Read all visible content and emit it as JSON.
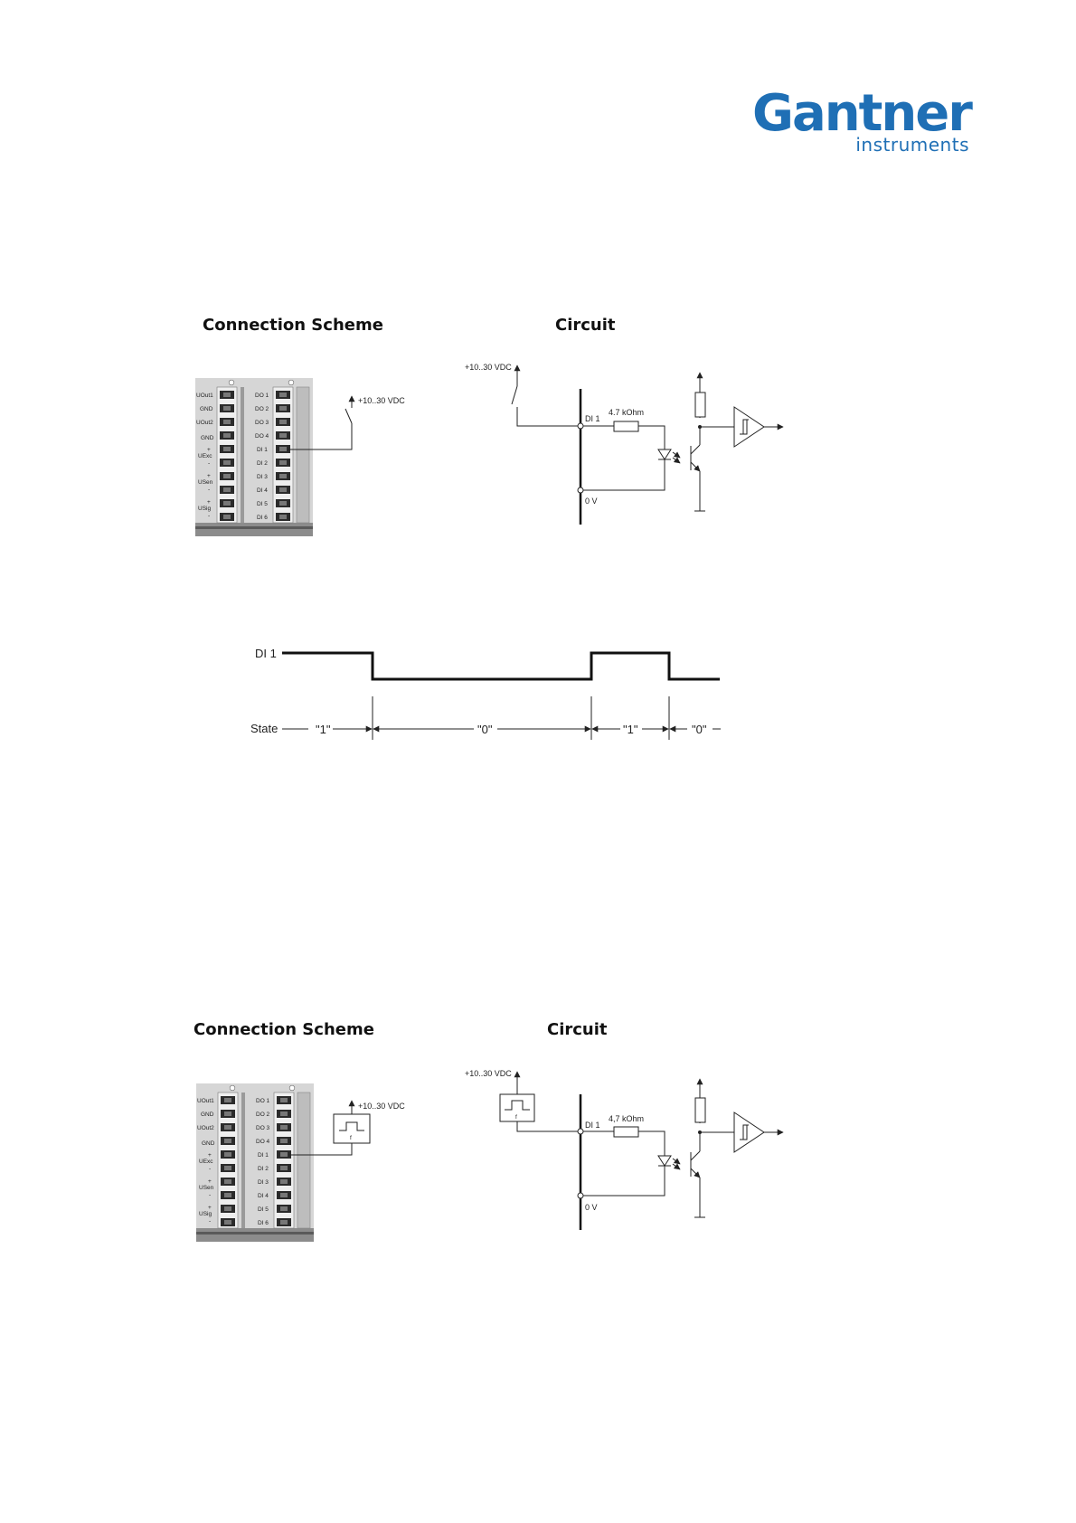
{
  "brand": {
    "name": "Gantner",
    "sub": "instruments",
    "color": "#1f6fb5"
  },
  "section1": {
    "connection_title": "Connection Scheme",
    "circuit_title": "Circuit",
    "supply_label": "+10..30 VDC",
    "circuit_supply_label": "+10..30 VDC",
    "input_label": "DI 1",
    "resistor_label": "4.7 kOhm",
    "ground_label": "0 V"
  },
  "timing": {
    "signal_label": "DI 1",
    "state_label": "State",
    "states": [
      "\"1\"",
      "\"0\"",
      "\"1\"",
      "\"0\""
    ]
  },
  "section2": {
    "connection_title": "Connection Scheme",
    "circuit_title": "Circuit",
    "supply_label": "+10..30 VDC",
    "circuit_supply_label": "+10..30 VDC",
    "input_label": "DI 1",
    "resistor_label": "4,7 kOhm",
    "ground_label": "0 V",
    "generator_label": "f"
  },
  "terminal": {
    "left_labels": [
      "UOut1",
      "GND",
      "UOut2",
      "GND",
      "+",
      "UExc",
      "-",
      "+",
      "USen",
      "-",
      "+",
      "USig",
      "-"
    ],
    "right_labels": [
      "DO 1",
      "DO 2",
      "DO 3",
      "DO 4",
      "DI 1",
      "DI 2",
      "DI 3",
      "DI 4",
      "DI 5",
      "DI 6"
    ]
  }
}
